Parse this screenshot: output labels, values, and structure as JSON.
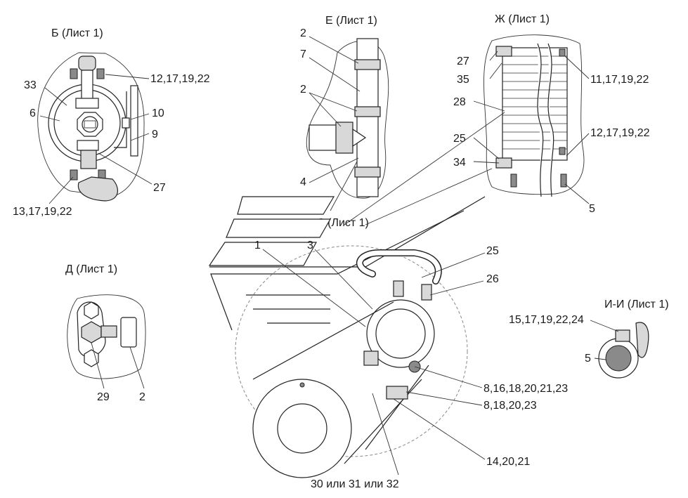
{
  "views": {
    "b": "Б (Лист 1)",
    "e": "Е (Лист 1)",
    "zh": "Ж (Лист 1)",
    "z": "З (Лист 1)",
    "d": "Д (Лист 1)",
    "i": "И-И (Лист 1)"
  },
  "labels": {
    "b_33": "33",
    "b_6": "6",
    "b_12": "12,17,19,22",
    "b_10": "10",
    "b_9": "9",
    "b_27": "27",
    "b_13": "13,17,19,22",
    "e_2a": "2",
    "e_7": "7",
    "e_2b": "2",
    "e_4": "4",
    "zh_27": "27",
    "zh_35": "35",
    "zh_28": "28",
    "zh_25": "25",
    "zh_34": "34",
    "zh_11": "11,17,19,22",
    "zh_12": "12,17,19,22",
    "zh_5": "5",
    "m_1": "1",
    "m_3": "3",
    "m_25": "25",
    "m_26": "26",
    "m_8a": "8,16,18,20,21,23",
    "m_8b": "8,18,20,23",
    "m_14": "14,20,21",
    "m_30": "30 или 31 или 32",
    "d_29": "29",
    "d_2": "2",
    "i_15": "15,17,19,22,24",
    "i_5": "5"
  }
}
